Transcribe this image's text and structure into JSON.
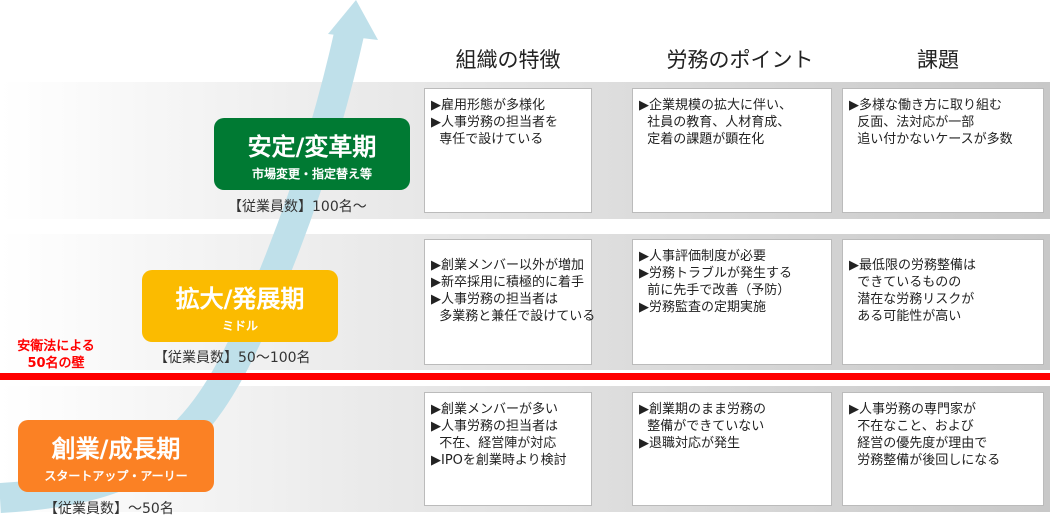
{
  "headers": [
    "組織の特徴",
    "労務のポイント",
    "課題"
  ],
  "phases": [
    {
      "title": "安定/変革期",
      "subtitle": "市場変更・指定替え等",
      "employees": "【従業員数】100名〜",
      "color": "#007a33"
    },
    {
      "title": "拡大/発展期",
      "subtitle": "ミドル",
      "employees": "【従業員数】50〜100名",
      "color": "#fbbb00"
    },
    {
      "title": "創業/成長期",
      "subtitle": "スタートアップ・アーリー",
      "employees": "【従業員数】〜50名",
      "color": "#fb8124"
    }
  ],
  "wall_label": "安衛法による\n50名の壁",
  "rows": [
    [
      "▶雇用形態が多様化\n▶人事労務の担当者を\n  専任で設けている",
      "▶企業規模の拡大に伴い、\n  社員の教育、人材育成、\n  定着の課題が顕在化",
      "▶多様な働き方に取り組む\n  反面、法対応が一部\n  追い付かないケースが多数"
    ],
    [
      "\n▶創業メンバー以外が増加\n▶新卒採用に積極的に着手\n▶人事労務の担当者は\n  多業務と兼任で設けている",
      "▶人事評価制度が必要\n▶労務トラブルが発生する\n  前に先手で改善（予防）\n▶労務監査の定期実施",
      "\n▶最低限の労務整備は\n  できているものの\n  潜在な労務リスクが\n  ある可能性が高い"
    ],
    [
      "▶創業メンバーが多い\n▶人事労務の担当者は\n  不在、経営陣が対応\n▶IPOを創業時より検討",
      "▶創業期のまま労務の\n  整備ができていない\n▶退職対応が発生",
      "▶人事労務の専門家が\n  不在なこと、および\n  経営の優先度が理由で\n  労務整備が後回しになる"
    ]
  ]
}
